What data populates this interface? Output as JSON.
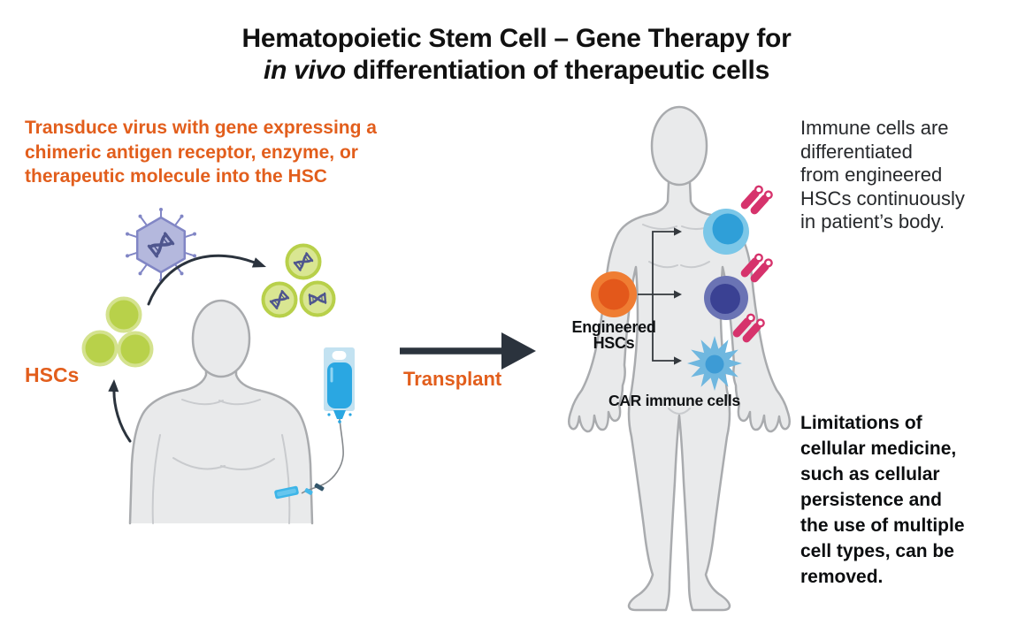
{
  "title": {
    "line1": "Hematopoietic Stem Cell – Gene Therapy for",
    "line2_italic": "in vivo",
    "line2_rest": " differentiation of therapeutic cells"
  },
  "left": {
    "caption": "Transduce virus with gene expressing a\nchimeric antigen receptor, enzyme, or\ntherapeutic molecule into the HSC",
    "hscs_label": "HSCs",
    "transplant_label": "Transplant"
  },
  "right": {
    "engineered_label": "Engineered\nHSCs",
    "car_label": "CAR immune cells",
    "top_text": "Immune cells are\ndifferentiated\nfrom engineered\nHSCs continuously\nin patient’s body.",
    "bottom_text": "Limitations of\ncellular medicine,\nsuch as cellular\npersistence and\nthe use of multiple\ncell types, can be\nremoved."
  },
  "icons": {
    "virus": "virus-icon",
    "dna": "dna-icon",
    "hsc_cells": "hsc-cells-icon",
    "transduced_cells": "transduced-hsc-cells-icon",
    "patient_torso": "patient-torso-icon",
    "iv_bag": "iv-bag-icon",
    "transplant_arrow": "transplant-arrow-icon",
    "patient_body": "patient-body-icon",
    "engineered_hsc": "engineered-hsc-cell-icon",
    "immune_cell_blue": "immune-cell-blue-icon",
    "immune_cell_indigo": "immune-cell-indigo-icon",
    "dendritic_cell": "dendritic-cell-icon",
    "car_receptor": "car-receptor-icon"
  },
  "colors": {
    "title_color": "#111111",
    "body_text": "#26282b",
    "orange_text": "#e25e1c",
    "arrow_dark": "#2b333d",
    "thin_arrow": "#33383d",
    "person_fill": "#e9eaeb",
    "person_stroke": "#a9abae",
    "person_inner_line": "#c9cbce",
    "virus_fill": "#b4b8dd",
    "virus_stroke": "#8186c5",
    "dna_color": "#4f568e",
    "hsc_fill": "#b8d14a",
    "hsc_ring": "#d4e28e",
    "thsc_fill": "#d9e692",
    "thsc_ring": "#b8d04a",
    "orange_cell_outer": "#ef7d33",
    "orange_cell_inner": "#e3581b",
    "blue_cell_outer": "#7cc7e8",
    "blue_cell_inner": "#2f9fd8",
    "indigo_cell_outer": "#6a73b4",
    "indigo_cell_inner": "#3a4193",
    "dendritic_fill": "#6fb7df",
    "dendritic_nucleus": "#3d9bd5",
    "receptor_pink": "#d6336c",
    "ivbag_outer": "#c3e2f1",
    "ivbag_fluid": "#2aa7e2",
    "ivbag_highlight": "#8fd4f2",
    "tube": "#85898d",
    "bandage": "#3db5e8",
    "bandage_light": "#66c6ee",
    "connector_dark": "#33566b",
    "connector_blue": "#45b8ea"
  }
}
